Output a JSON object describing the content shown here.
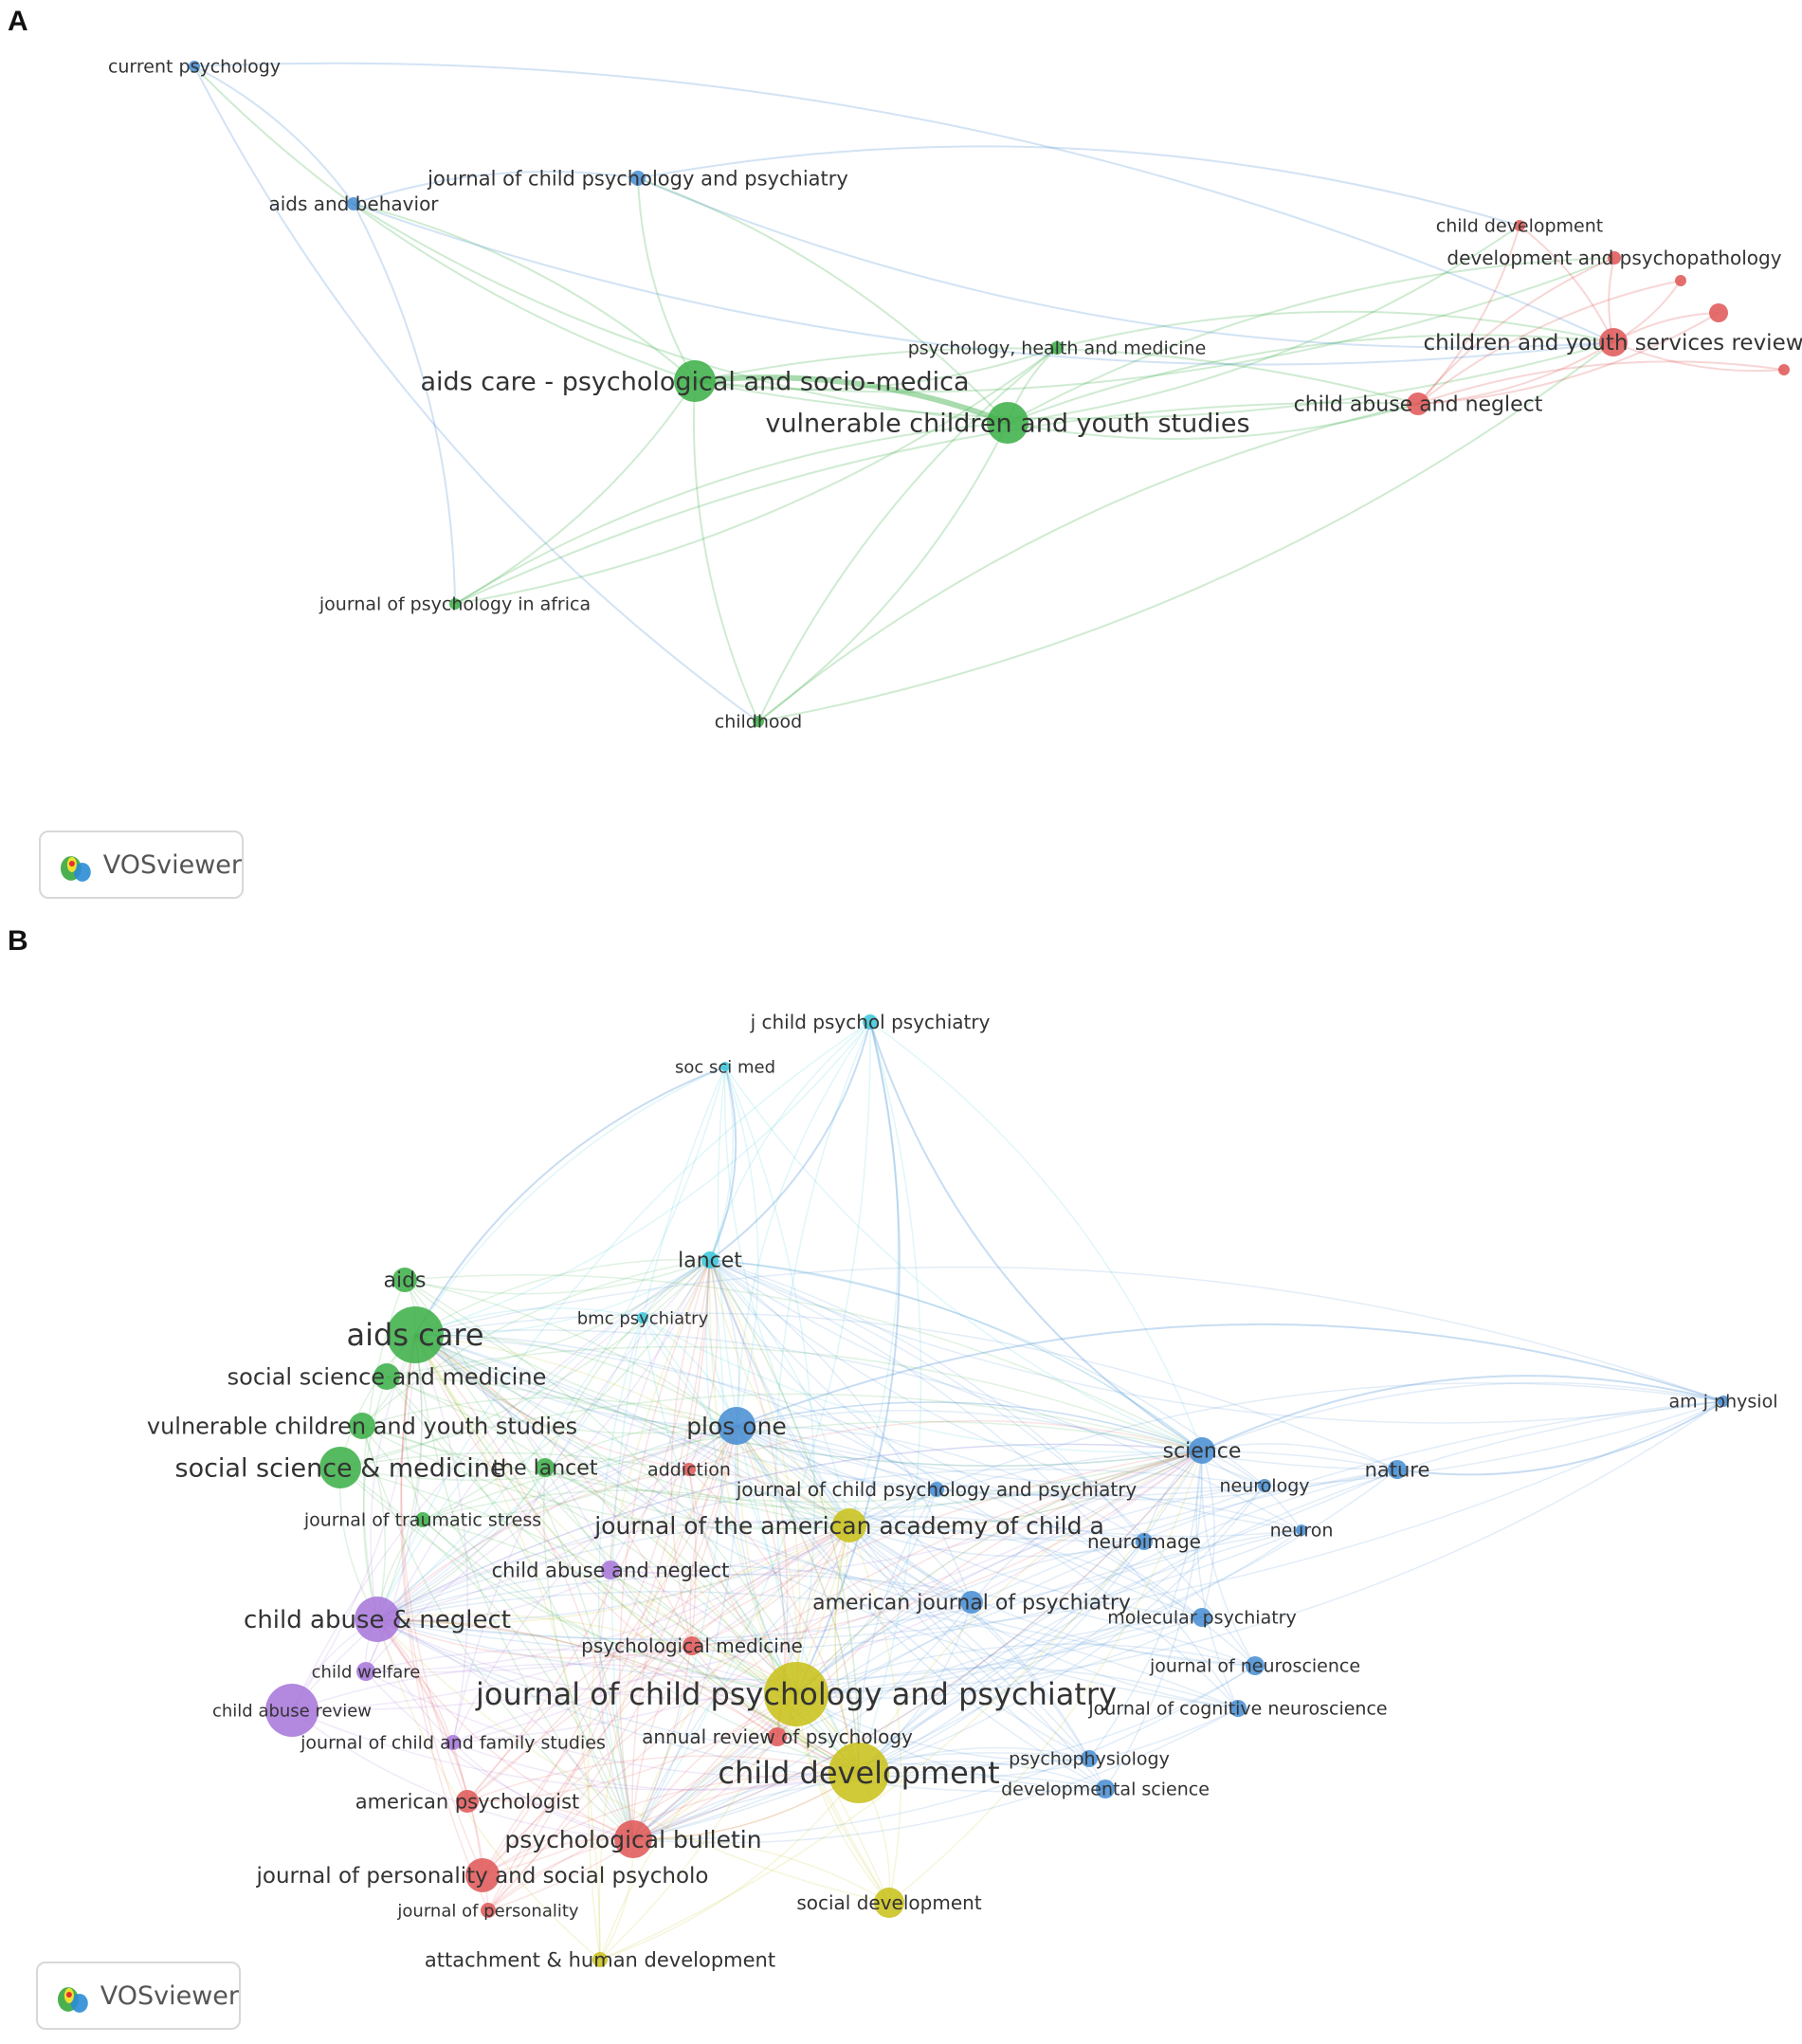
{
  "panels": [
    {
      "letter": "A",
      "nodes": [
        {
          "id": "cp",
          "label": "current psychology",
          "cluster": "blue"
        },
        {
          "id": "jcpp",
          "label": "journal of child psychology and psychiatry",
          "cluster": "blue"
        },
        {
          "id": "aab",
          "label": "aids and behavior",
          "cluster": "blue"
        },
        {
          "id": "cd",
          "label": "child development",
          "cluster": "red"
        },
        {
          "id": "dp",
          "label": "development and psychopathology",
          "cluster": "red"
        },
        {
          "id": "r1",
          "label": "",
          "cluster": "red"
        },
        {
          "id": "r2",
          "label": "",
          "cluster": "red"
        },
        {
          "id": "cysr",
          "label": "children and youth services review",
          "cluster": "red"
        },
        {
          "id": "r3",
          "label": "",
          "cluster": "red"
        },
        {
          "id": "phm",
          "label": "psychology, health and medicine",
          "cluster": "green"
        },
        {
          "id": "acps",
          "label": "aids care - psychological and socio-medica",
          "cluster": "green"
        },
        {
          "id": "can",
          "label": "child abuse and neglect",
          "cluster": "red"
        },
        {
          "id": "vcys",
          "label": "vulnerable children and youth studies",
          "cluster": "green"
        },
        {
          "id": "jpa",
          "label": "journal of psychology in africa",
          "cluster": "green"
        },
        {
          "id": "ch",
          "label": "childhood",
          "cluster": "green"
        }
      ],
      "links": [
        [
          "acps",
          "vcys"
        ],
        [
          "acps",
          "aab"
        ],
        [
          "acps",
          "jcpp"
        ],
        [
          "acps",
          "phm"
        ],
        [
          "acps",
          "can"
        ],
        [
          "acps",
          "cysr"
        ],
        [
          "acps",
          "jpa"
        ],
        [
          "acps",
          "ch"
        ],
        [
          "acps",
          "cp"
        ],
        [
          "acps",
          "dp"
        ],
        [
          "vcys",
          "aab"
        ],
        [
          "vcys",
          "jcpp"
        ],
        [
          "vcys",
          "phm"
        ],
        [
          "vcys",
          "can"
        ],
        [
          "vcys",
          "cysr"
        ],
        [
          "vcys",
          "jpa"
        ],
        [
          "vcys",
          "ch"
        ],
        [
          "vcys",
          "cd"
        ],
        [
          "vcys",
          "dp"
        ],
        [
          "can",
          "cysr"
        ],
        [
          "can",
          "dp"
        ],
        [
          "can",
          "cd"
        ],
        [
          "can",
          "r1"
        ],
        [
          "can",
          "r2"
        ],
        [
          "can",
          "r3"
        ],
        [
          "cysr",
          "cd"
        ],
        [
          "cysr",
          "dp"
        ],
        [
          "cysr",
          "r1"
        ],
        [
          "cysr",
          "r2"
        ],
        [
          "cysr",
          "r3"
        ],
        [
          "aab",
          "jcpp"
        ],
        [
          "aab",
          "cp"
        ],
        [
          "aab",
          "jpa"
        ],
        [
          "aab",
          "cysr"
        ],
        [
          "jcpp",
          "cd"
        ],
        [
          "jcpp",
          "cysr"
        ],
        [
          "cp",
          "cysr"
        ],
        [
          "cp",
          "ch"
        ],
        [
          "ch",
          "can"
        ],
        [
          "ch",
          "cysr"
        ],
        [
          "jpa",
          "can"
        ],
        [
          "jpa",
          "phm"
        ],
        [
          "phm",
          "cysr"
        ],
        [
          "phm",
          "ch"
        ]
      ]
    },
    {
      "letter": "B",
      "labels": [
        {
          "id": "jcp",
          "label": "j child psychol psychiatry",
          "cluster": "cyan"
        },
        {
          "id": "ssm",
          "label": "soc sci med",
          "cluster": "cyan"
        },
        {
          "id": "lancet",
          "label": "lancet",
          "cluster": "cyan"
        },
        {
          "id": "bmc",
          "label": "bmc psychiatry",
          "cluster": "cyan"
        },
        {
          "id": "aids",
          "label": "aids",
          "cluster": "green"
        },
        {
          "id": "aidscare",
          "label": "aids care",
          "cluster": "green"
        },
        {
          "id": "sssm",
          "label": "social science and medicine",
          "cluster": "green"
        },
        {
          "id": "vcys",
          "label": "vulnerable children and youth studies",
          "cluster": "green"
        },
        {
          "id": "ssmed",
          "label": "social science & medicine",
          "cluster": "green"
        },
        {
          "id": "thelancet",
          "label": "the lancet",
          "cluster": "green"
        },
        {
          "id": "plos",
          "label": "plos one",
          "cluster": "blue"
        },
        {
          "id": "amjphysiol",
          "label": "am j physiol",
          "cluster": "blue"
        },
        {
          "id": "science",
          "label": "science",
          "cluster": "blue"
        },
        {
          "id": "nature",
          "label": "nature",
          "cluster": "blue"
        },
        {
          "id": "neurology",
          "label": "neurology",
          "cluster": "blue"
        },
        {
          "id": "neuron",
          "label": "neuron",
          "cluster": "blue"
        },
        {
          "id": "addiction",
          "label": "addiction",
          "cluster": "red"
        },
        {
          "id": "jcppB",
          "label": "journal of child psychology and psychiatry",
          "cluster": "blue"
        },
        {
          "id": "jtrauma",
          "label": "journal of traumatic stress",
          "cluster": "green"
        },
        {
          "id": "jaacap",
          "label": "journal of the american academy of child a",
          "cluster": "yellow"
        },
        {
          "id": "neuroimage",
          "label": "neuroimage",
          "cluster": "blue"
        },
        {
          "id": "canB",
          "label": "child abuse and neglect",
          "cluster": "purple"
        },
        {
          "id": "ajp",
          "label": "american journal of psychiatry",
          "cluster": "blue"
        },
        {
          "id": "molpsy",
          "label": "molecular psychiatry",
          "cluster": "blue"
        },
        {
          "id": "can2",
          "label": "child abuse & neglect",
          "cluster": "purple"
        },
        {
          "id": "psymed",
          "label": "psychological medicine",
          "cluster": "red"
        },
        {
          "id": "jneuro",
          "label": "journal of neuroscience",
          "cluster": "blue"
        },
        {
          "id": "cwelfare",
          "label": "child welfare",
          "cluster": "purple"
        },
        {
          "id": "jcppBig",
          "label": "journal of child psychology and psychiatry",
          "cluster": "yellow"
        },
        {
          "id": "car",
          "label": "child abuse review",
          "cluster": "purple"
        },
        {
          "id": "jcogneuro",
          "label": "journal of cognitive neuroscience",
          "cluster": "blue"
        },
        {
          "id": "jcfs",
          "label": "journal of child and family studies",
          "cluster": "purple"
        },
        {
          "id": "arp",
          "label": "annual review of psychology",
          "cluster": "red"
        },
        {
          "id": "psychophys",
          "label": "psychophysiology",
          "cluster": "blue"
        },
        {
          "id": "cdev",
          "label": "child development",
          "cluster": "yellow"
        },
        {
          "id": "devsci",
          "label": "developmental science",
          "cluster": "blue"
        },
        {
          "id": "ampsych",
          "label": "american psychologist",
          "cluster": "red"
        },
        {
          "id": "psybull",
          "label": "psychological bulletin",
          "cluster": "red"
        },
        {
          "id": "jpsp",
          "label": "journal of personality and social psycholo",
          "cluster": "red"
        },
        {
          "id": "socdev",
          "label": "social development",
          "cluster": "yellow"
        },
        {
          "id": "jpers",
          "label": "journal of personality",
          "cluster": "red"
        },
        {
          "id": "ahd",
          "label": "attachment & human development",
          "cluster": "yellow"
        }
      ]
    }
  ],
  "badges": [
    {
      "text": "VOSviewer"
    },
    {
      "text": "VOSviewer"
    }
  ],
  "colors": {
    "red": "#e05a5a",
    "green": "#3fb04a",
    "blue": "#4a90d4",
    "yellow": "#c9c21c",
    "purple": "#a877db",
    "cyan": "#3dc8dc"
  }
}
